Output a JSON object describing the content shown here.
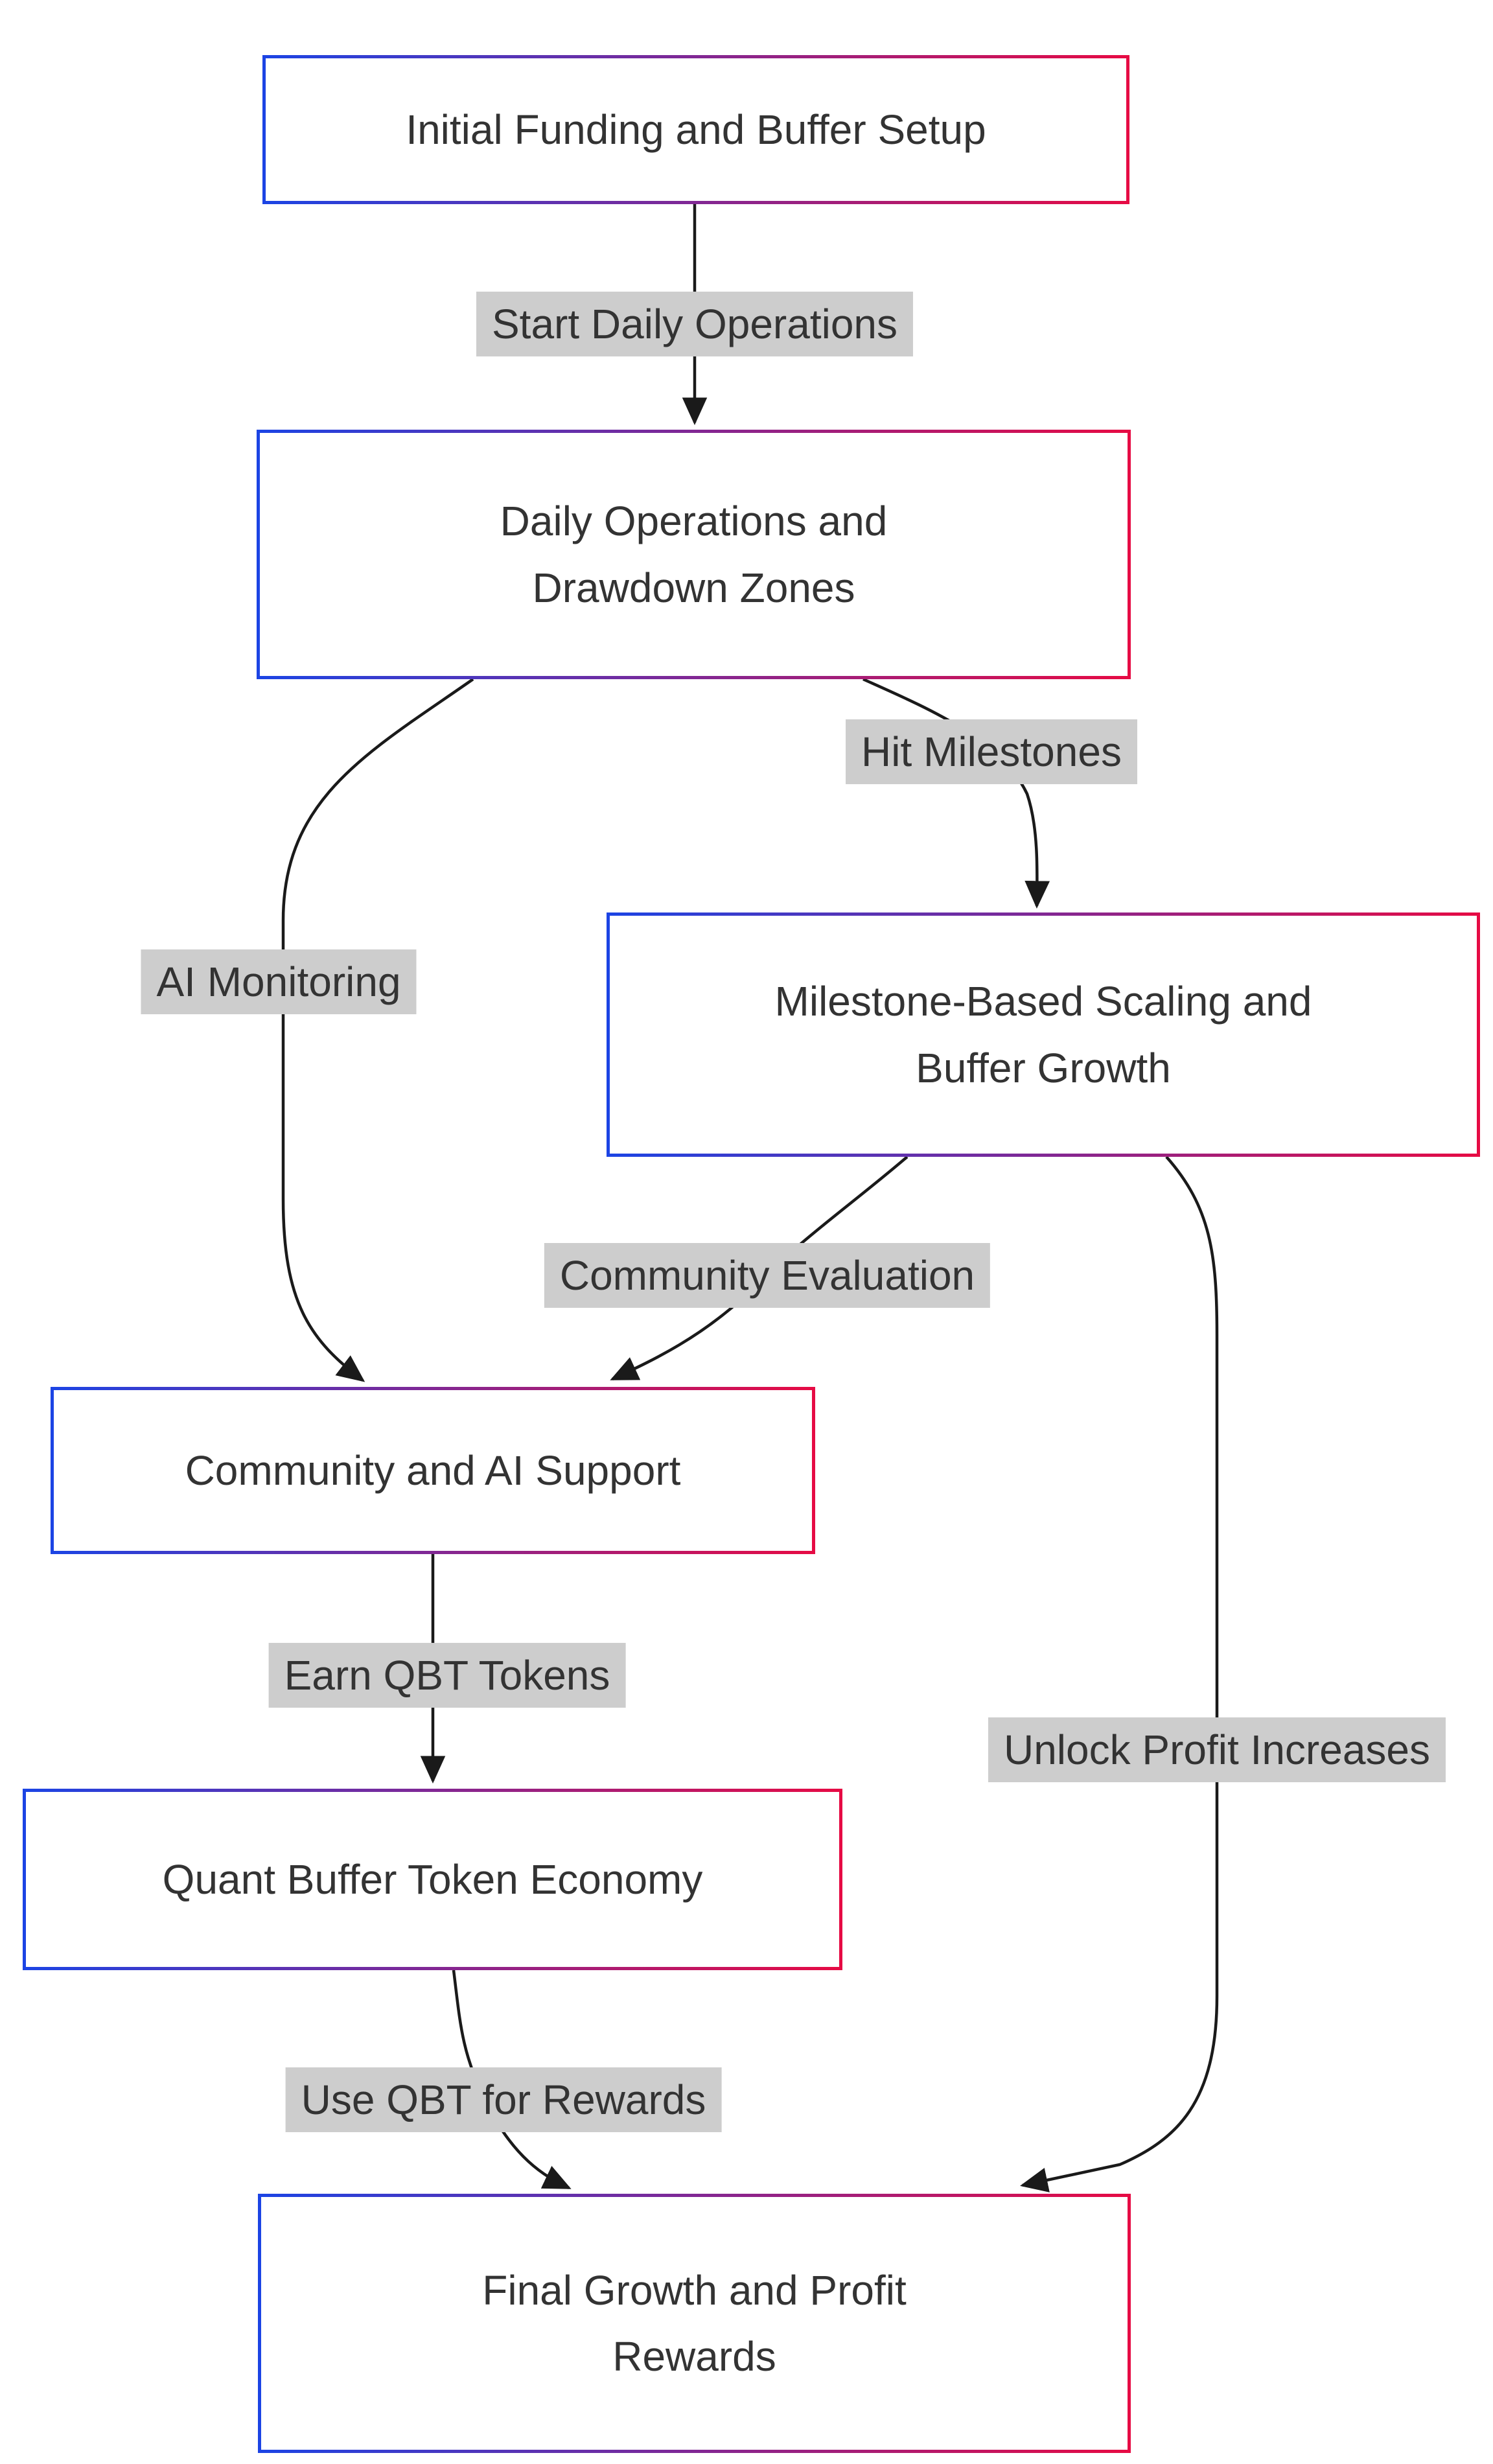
{
  "diagram": {
    "type": "flowchart",
    "direction": "top-down",
    "colors": {
      "background": "#ffffff",
      "node_fill": "#ffffff",
      "node_text": "#333333",
      "node_border_gradient_start": "#1c44e4",
      "node_border_gradient_end": "#e60b44",
      "edge_line": "#1a1a1a",
      "edge_label_background": "#cdcdcd",
      "edge_label_text": "#333333"
    },
    "nodes": [
      {
        "id": "initial-funding",
        "label": "Initial Funding and Buffer Setup"
      },
      {
        "id": "daily-operations",
        "label": "Daily Operations and\nDrawdown Zones"
      },
      {
        "id": "milestone-scaling",
        "label": "Milestone-Based Scaling and\nBuffer Growth"
      },
      {
        "id": "community-support",
        "label": "Community and AI Support"
      },
      {
        "id": "token-economy",
        "label": "Quant Buffer Token Economy"
      },
      {
        "id": "final-growth",
        "label": "Final Growth and Profit\nRewards"
      }
    ],
    "edges": [
      {
        "from": "initial-funding",
        "to": "daily-operations",
        "label": "Start Daily Operations"
      },
      {
        "from": "daily-operations",
        "to": "milestone-scaling",
        "label": "Hit Milestones"
      },
      {
        "from": "daily-operations",
        "to": "community-support",
        "label": "AI Monitoring"
      },
      {
        "from": "milestone-scaling",
        "to": "community-support",
        "label": "Community Evaluation"
      },
      {
        "from": "community-support",
        "to": "token-economy",
        "label": "Earn QBT Tokens"
      },
      {
        "from": "token-economy",
        "to": "final-growth",
        "label": "Use QBT for Rewards"
      },
      {
        "from": "milestone-scaling",
        "to": "final-growth",
        "label": "Unlock Profit Increases"
      }
    ]
  }
}
